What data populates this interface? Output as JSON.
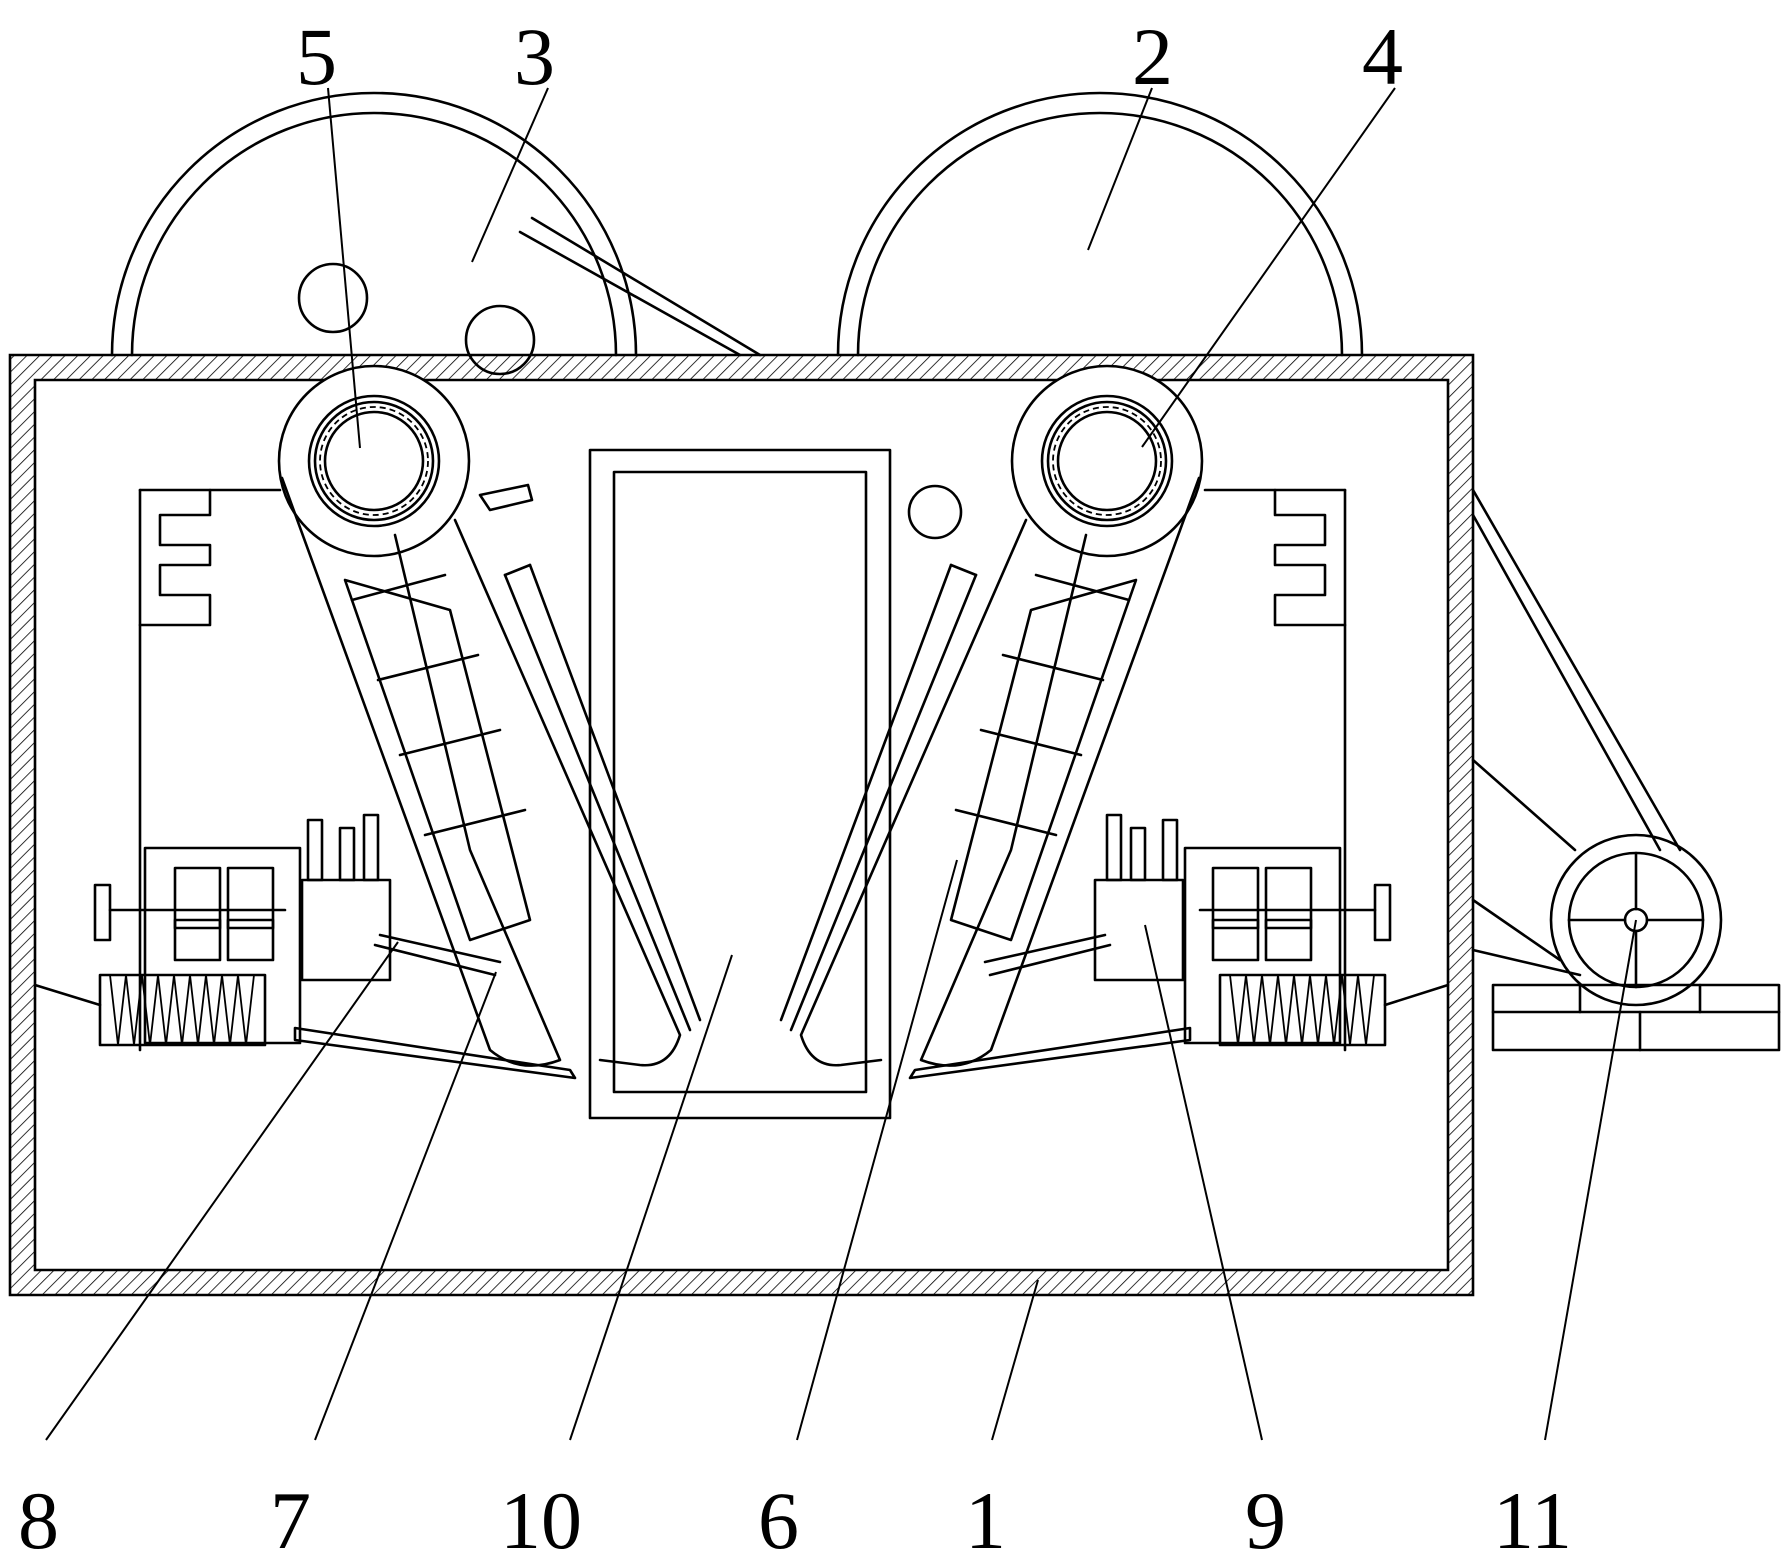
{
  "reference_labels": {
    "top": [
      "5",
      "3",
      "2",
      "4"
    ],
    "bottom": [
      "8",
      "7",
      "10",
      "6",
      "1",
      "9",
      "11"
    ]
  }
}
